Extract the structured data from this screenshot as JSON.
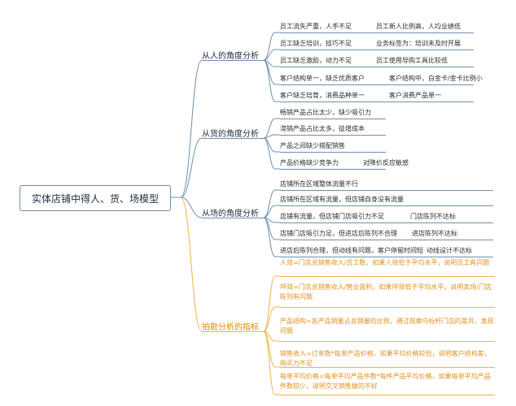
{
  "root": {
    "title": "实体店铺中得人、货、场模型"
  },
  "branches": [
    {
      "label": "从人的角度分析",
      "color": "blue",
      "items": [
        {
          "text": "员工流失严重，人手不足",
          "sub": "员工新人比例高，人均业绩低"
        },
        {
          "text": "员工缺乏培训，技巧不足",
          "sub": "业务标签为：培训未及时开展"
        },
        {
          "text": "员工缺乏激励，动力不足",
          "sub": "员工使用导购工具比较低"
        },
        {
          "text": "客户结构单一，缺乏优质客户",
          "sub": "客户结构中，白金卡/金卡比例小"
        },
        {
          "text": "客户缺乏培育，消费品种单一",
          "sub": "客户消费产品单一"
        }
      ]
    },
    {
      "label": "从货的角度分析",
      "color": "blue",
      "items": [
        {
          "text": "畅销产品占比太少，缺少吸引力",
          "sub": ""
        },
        {
          "text": "滞销产品占比太多，徒增成本",
          "sub": ""
        },
        {
          "text": "产品之间缺少搭配销售",
          "sub": ""
        },
        {
          "text": "产品价格缺少竞争力",
          "sub": "对降价反应敏感"
        }
      ]
    },
    {
      "label": "从场的角度分析",
      "color": "blue",
      "items": [
        {
          "text": "店铺所在区域整体流量不行",
          "sub": ""
        },
        {
          "text": "店铺所在区域有流量，但店铺自身没有流量",
          "sub": ""
        },
        {
          "text": "店铺有流量，但店铺门店吸引力不足",
          "sub": "门店陈列不达标"
        },
        {
          "text": "店铺门店吸引力足，但进店后陈列不合理",
          "sub": "进店陈列不达标"
        },
        {
          "text": "进店后陈列合理，但动线有问题，客户停留时间短",
          "sub": "动线设计不达标"
        }
      ]
    },
    {
      "label": "拍勘分析的指标",
      "color": "orange",
      "items": [
        {
          "text": "人效=门店总销售收入/员工数，如果人效低于平均水平，说明员工有问题",
          "sub": ""
        },
        {
          "text": "坪效=门店总销售收入/营业面积，如果坪效低于平均水平，说明卖场/门店陈列有问题",
          "sub": ""
        },
        {
          "text": "产品结构=各产品销量占总销量的比例，通过观察与标杆门店的差异，发现问题",
          "sub": ""
        },
        {
          "text": "销售收入=订单数*每单产品价格，如果平均价格较低，说明客户结构差，购买力不足",
          "sub": ""
        },
        {
          "text": "每单平均价格=每单平均产品件数*每件产品平均价格，如果每单平均产品件数较少，说明交叉销售做的不好",
          "sub": ""
        }
      ]
    }
  ]
}
